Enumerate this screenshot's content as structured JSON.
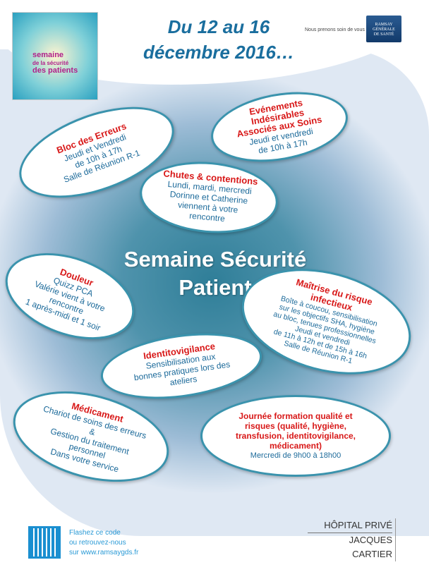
{
  "header": {
    "logo_text": [
      "semaine",
      "de la sécurité",
      "des patients"
    ],
    "dates": [
      "Du 12 au 16",
      "décembre 2016…"
    ],
    "tagline": "Nous prenons soin de vous",
    "brand": [
      "RAMSAY",
      "GÉNÉRALE",
      "DE SANTÉ"
    ]
  },
  "center_title": [
    "Semaine Sécurité",
    "Patient"
  ],
  "bubbles": [
    {
      "title": "Bloc des Erreurs",
      "lines": [
        "Jeudi et Vendredi",
        "de 10h à 17h",
        "Salle de Réunion R-1"
      ]
    },
    {
      "title": "Evénements Indésirables Associés aux Soins",
      "lines": [
        "Jeudi et vendredi",
        "de 10h à 17h"
      ]
    },
    {
      "title": "Chutes & contentions",
      "lines": [
        "Lundi, mardi, mercredi",
        "Dorinne et Catherine",
        "viennent à votre",
        "rencontre"
      ]
    },
    {
      "title": "Douleur",
      "lines": [
        "Quizz PCA",
        "Valérie vient à votre",
        "rencontre",
        "1 après-midi et 1 soir"
      ]
    },
    {
      "title": "Maîtrise du risque infectieux",
      "lines": [
        "Boîte à coucou, sensibilisation",
        "sur les objectifs SHA, hygiène",
        "au bloc, tenues professionnelles",
        "Jeudi et vendredi",
        "de 11h à 12h et de 15h à 16h",
        "Salle de Réunion R-1"
      ]
    },
    {
      "title": "Identitovigilance",
      "lines": [
        "Sensibilisation aux",
        "bonnes pratiques lors des",
        "ateliers"
      ]
    },
    {
      "title": "Médicament",
      "lines": [
        "Chariot de soins des erreurs",
        "&",
        "Gestion du traitement",
        "personnel",
        "Dans votre service"
      ]
    },
    {
      "title": "Journée formation qualité et risques (qualité, hygiène, transfusion, identitovigilance, médicament)",
      "lines": [
        "Mercredi de 9h00 à 18h00"
      ]
    }
  ],
  "footer": {
    "qr_text": [
      "Flashez ce code",
      "ou retrouvez-nous",
      "sur www.ramsaygds.fr"
    ],
    "hospital": [
      "HÔPITAL PRIVÉ",
      "JACQUES CARTIER"
    ]
  }
}
